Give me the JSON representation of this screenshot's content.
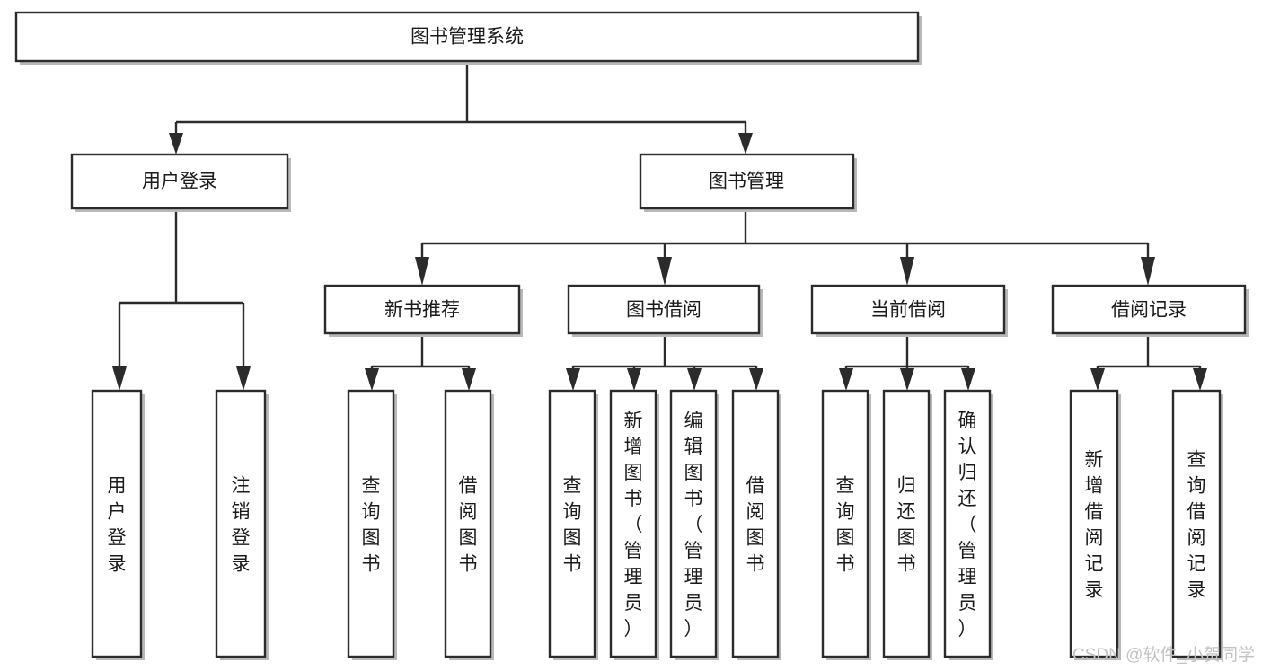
{
  "diagram": {
    "title": "图书管理系统",
    "type": "tree-hierarchy-chart",
    "orientation": "top-down",
    "colors": {
      "box_stroke": "#2b2b2b",
      "box_fill": "#ffffff",
      "edge": "#2b2b2b",
      "text": "#1a1a1a",
      "watermark": "#c2c2c2",
      "background": "#ffffff"
    },
    "nodes": {
      "root": {
        "label": "图书管理系统"
      },
      "level2": [
        {
          "id": "user-login",
          "label": "用户登录"
        },
        {
          "id": "book-management",
          "label": "图书管理"
        }
      ],
      "level3": [
        {
          "id": "new-book-recommend",
          "label": "新书推荐"
        },
        {
          "id": "book-borrow",
          "label": "图书借阅"
        },
        {
          "id": "current-borrow",
          "label": "当前借阅"
        },
        {
          "id": "borrow-record",
          "label": "借阅记录"
        }
      ],
      "leaves": {
        "user_login": [
          {
            "id": "leaf-user-login",
            "label": "用户登录"
          },
          {
            "id": "leaf-logout-login",
            "label": "注销登录"
          }
        ],
        "new_book_recommend": [
          {
            "id": "leaf-query-book-1",
            "label": "查询图书"
          },
          {
            "id": "leaf-borrow-book-1",
            "label": "借阅图书"
          }
        ],
        "book_borrow": [
          {
            "id": "leaf-query-book-2",
            "label": "查询图书"
          },
          {
            "id": "leaf-add-book",
            "label": "新增图书（管理员）"
          },
          {
            "id": "leaf-edit-book",
            "label": "编辑图书（管理员）"
          },
          {
            "id": "leaf-borrow-book-2",
            "label": "借阅图书"
          }
        ],
        "current_borrow": [
          {
            "id": "leaf-query-book-3",
            "label": "查询图书"
          },
          {
            "id": "leaf-return-book",
            "label": "归还图书"
          },
          {
            "id": "leaf-confirm-return",
            "label": "确认归还（管理员）"
          }
        ],
        "borrow_record": [
          {
            "id": "leaf-add-borrow-record",
            "label": "新增借阅记录"
          },
          {
            "id": "leaf-query-borrow-record",
            "label": "查询借阅记录"
          }
        ]
      }
    },
    "watermark": "CSDN @软件_小贺同学"
  }
}
